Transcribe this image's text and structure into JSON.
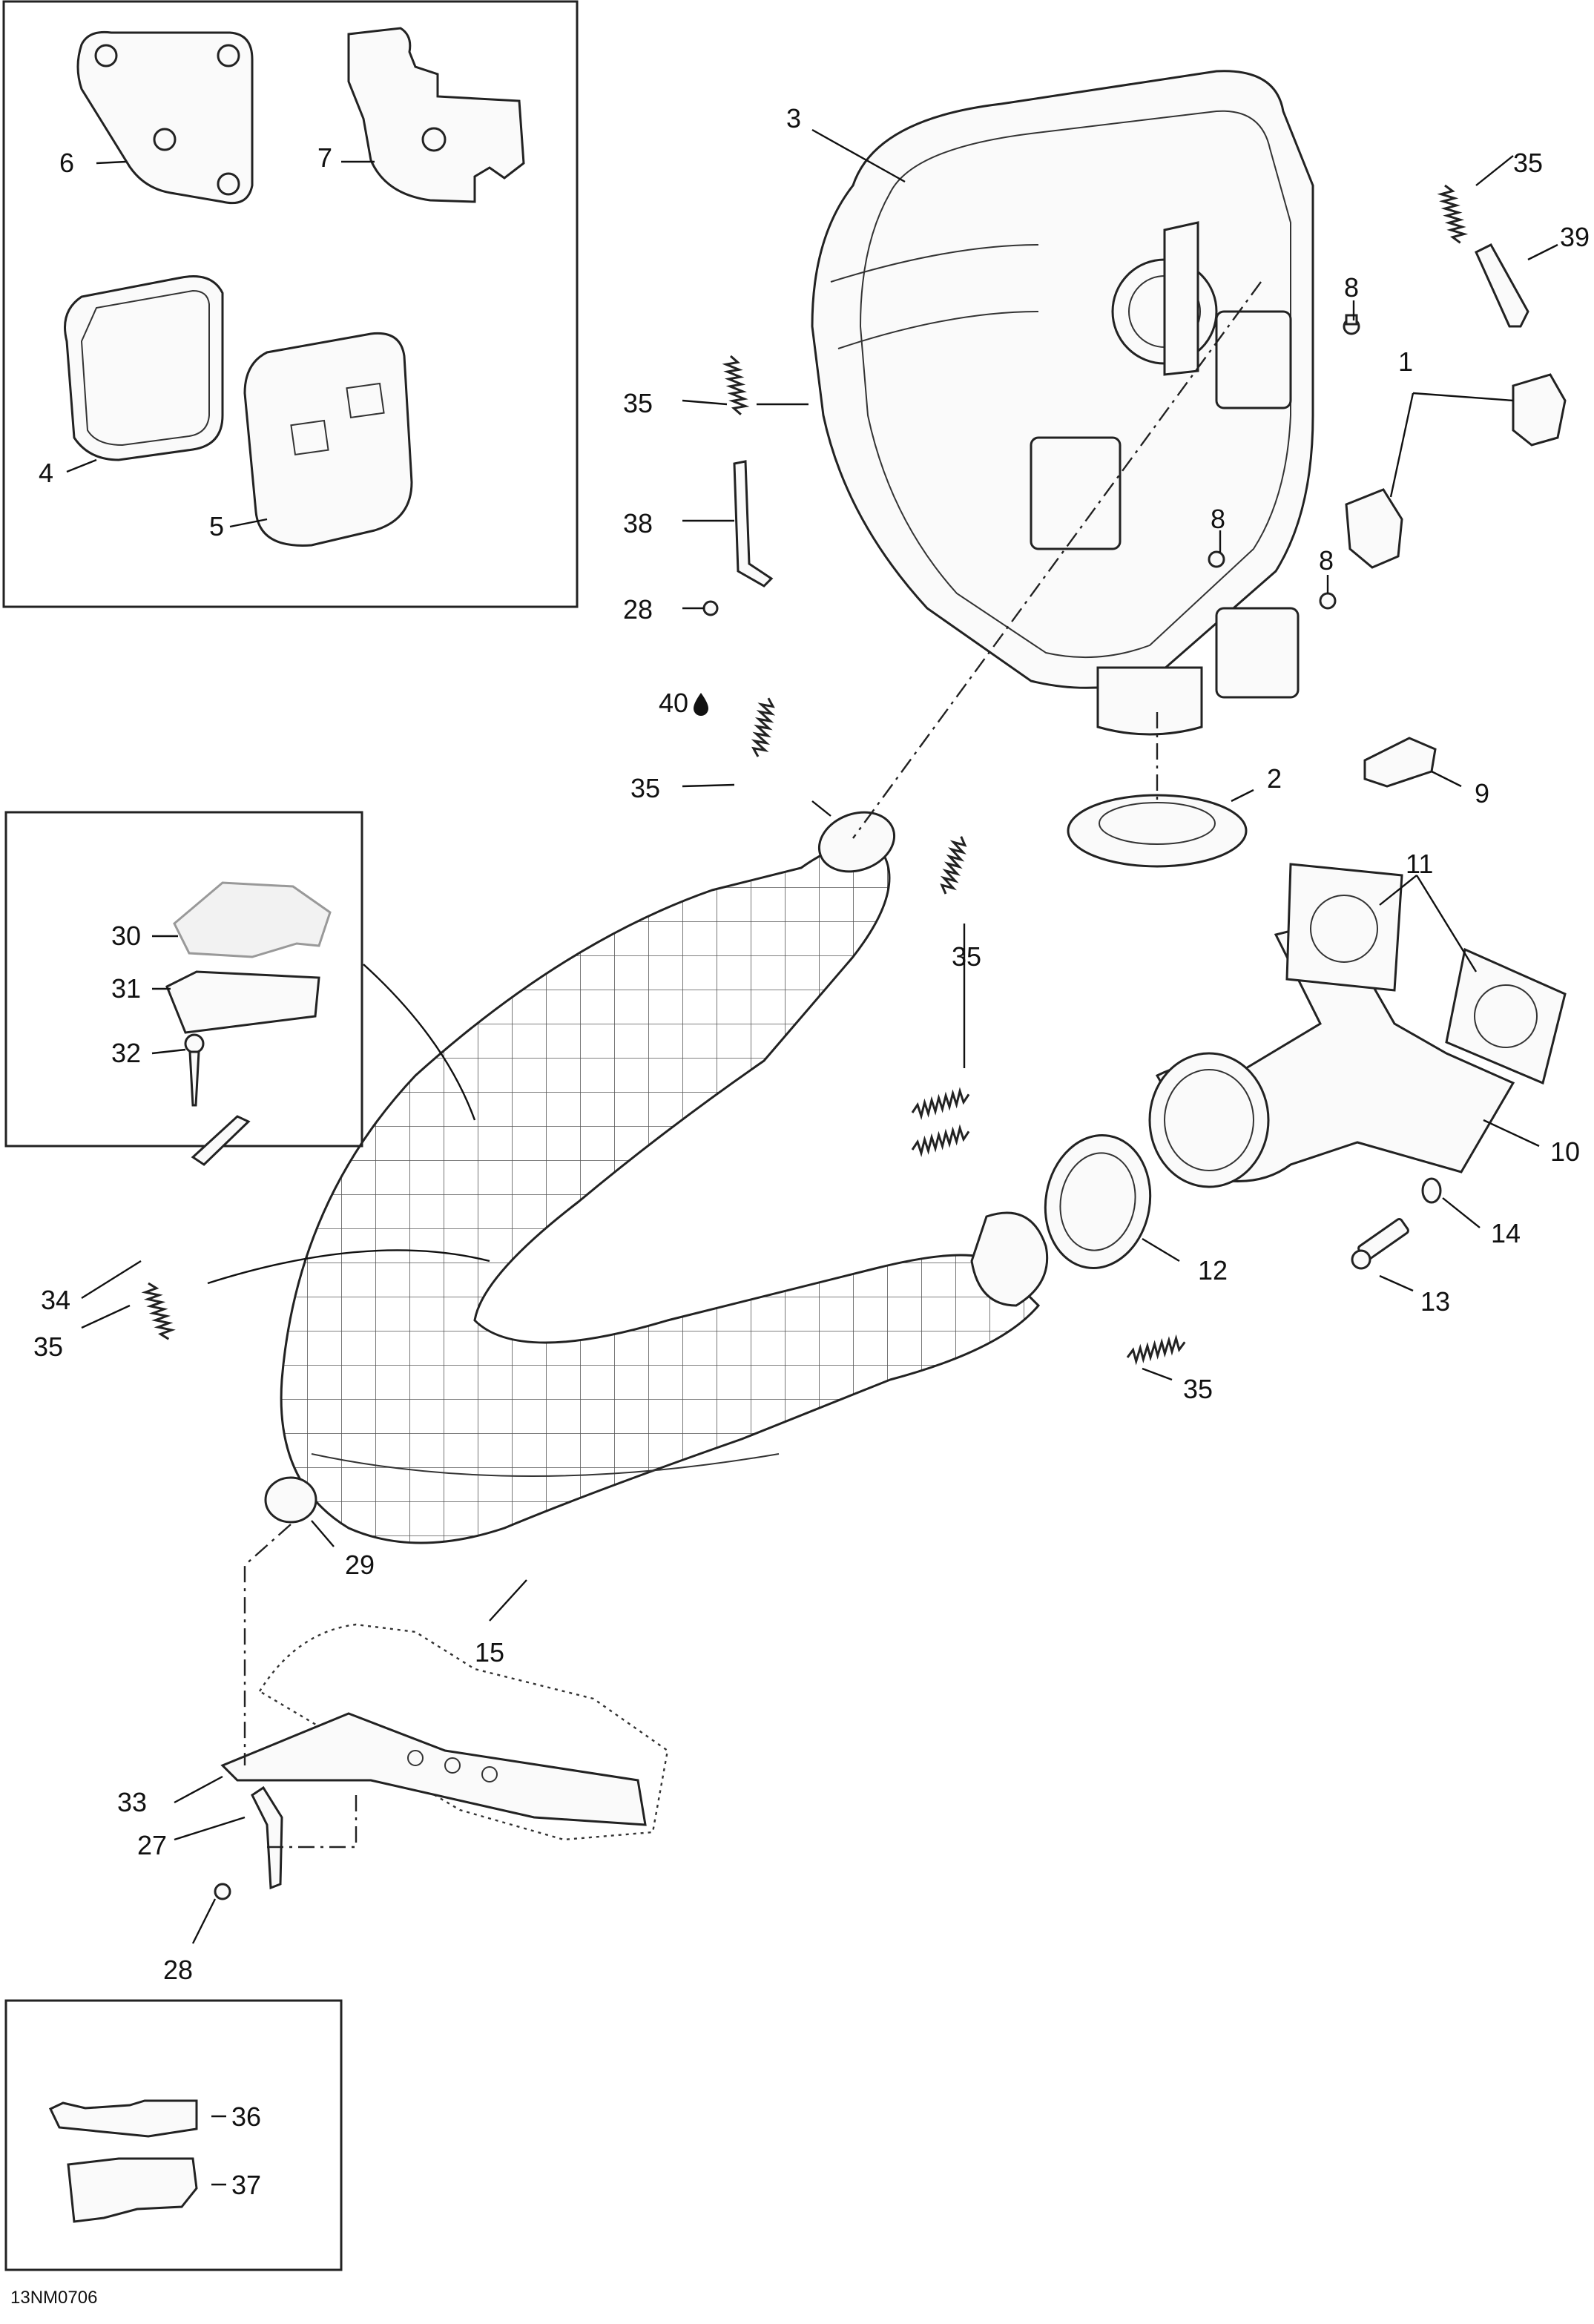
{
  "diagram": {
    "code": "13NM0706",
    "callouts": {
      "c1": "1",
      "c2": "2",
      "c3": "3",
      "c4": "4",
      "c5": "5",
      "c6": "6",
      "c7": "7",
      "c8a": "8",
      "c8b": "8",
      "c8c": "8",
      "c9": "9",
      "c10": "10",
      "c11": "11",
      "c12": "12",
      "c13": "13",
      "c14": "14",
      "c15": "15",
      "c27": "27",
      "c28a": "28",
      "c28b": "28",
      "c29": "29",
      "c30": "30",
      "c31": "31",
      "c32": "32",
      "c33": "33",
      "c34": "34",
      "c35a": "35",
      "c35b": "35",
      "c35c": "35",
      "c35d": "35",
      "c35e": "35",
      "c35f": "35",
      "c36": "36",
      "c37": "37",
      "c38": "38",
      "c39": "39",
      "c40": "40"
    },
    "icons": {
      "fluid": "oil-drop-icon"
    }
  }
}
